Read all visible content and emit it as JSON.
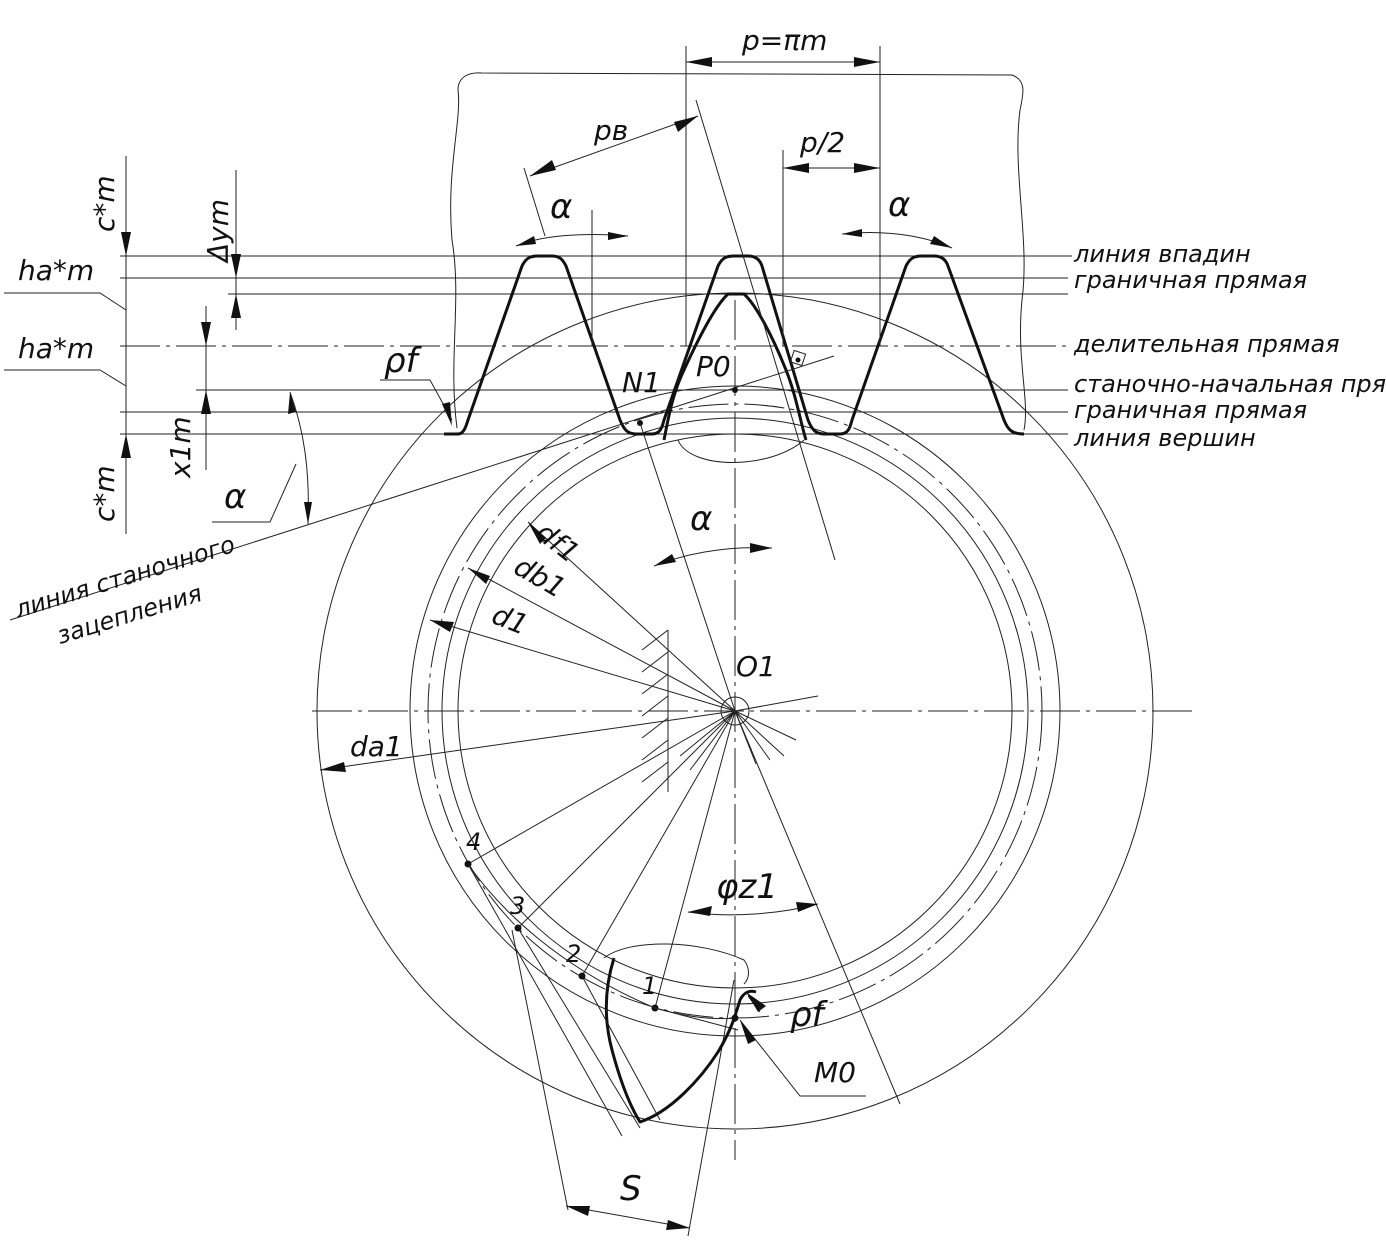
{
  "labels": {
    "pitch": "p=πm",
    "half_pitch": "p/2",
    "base_pitch": "pв",
    "alpha_left": "α",
    "alpha_right": "α",
    "alpha_side": "α",
    "alpha_center": "α",
    "delta_y": "Δym",
    "c_top": "c*m",
    "c_bottom": "c*m",
    "ha_top": "ha*m",
    "ha_bottom": "ha*m",
    "x1m": "x1m",
    "rho_f_top": "ρf",
    "rho_f_bottom": "ρf",
    "n1": "N1",
    "p0": "P0",
    "o1": "O1",
    "m0": "M0",
    "s": "S",
    "phi": "φz1",
    "df1": "df1",
    "db1": "db1",
    "d1": "d1",
    "da1": "da1",
    "point_1": "1",
    "point_2": "2",
    "point_3": "3",
    "point_4": "4"
  },
  "lines": {
    "root_line": "линия впадин",
    "boundary_top": "граничная прямая",
    "pitch_line": "делительная прямая",
    "machine_pitch_line": "станочно-начальная прямая",
    "boundary_bottom": "граничная прямая",
    "tip_line": "линия вершин"
  },
  "engagement_line": {
    "line1": "линия станочного",
    "line2": "зацепления"
  }
}
